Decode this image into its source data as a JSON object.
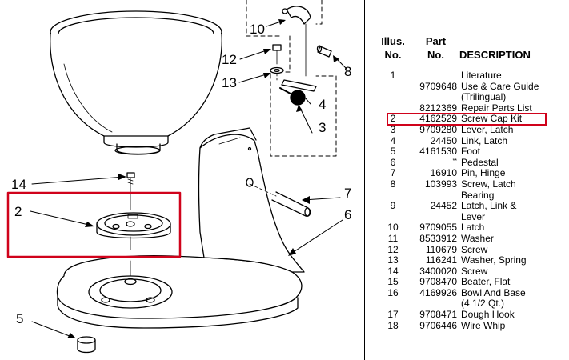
{
  "diagram": {
    "callouts": {
      "c2": "2",
      "c3": "3",
      "c4": "4",
      "c5": "5",
      "c6": "6",
      "c7": "7",
      "c8": "8",
      "c10": "10",
      "c12": "12",
      "c13": "13",
      "c14": "14"
    },
    "highlight_color": "#d0021b"
  },
  "table": {
    "headers": {
      "illus_line1": "Illus.",
      "illus_line2": "No.",
      "part_line1": "Part",
      "part_line2": "No.",
      "description": "DESCRIPTION"
    },
    "rows": [
      {
        "num": "1",
        "part": "",
        "desc": "Literature"
      },
      {
        "num": "",
        "part": "9709648",
        "desc": "Use & Care Guide"
      },
      {
        "num": "",
        "part": "",
        "desc": "(Trilingual)"
      },
      {
        "num": "",
        "part": "8212369",
        "desc": "Repair Parts List"
      },
      {
        "num": "2",
        "part": "4162529",
        "desc": "Screw Cap Kit"
      },
      {
        "num": "3",
        "part": "9709280",
        "desc": "Lever, Latch"
      },
      {
        "num": "4",
        "part": "24450",
        "desc": "Link, Latch"
      },
      {
        "num": "5",
        "part": "4161530",
        "desc": "Foot"
      },
      {
        "num": "6",
        "part": "**",
        "desc": "Pedestal"
      },
      {
        "num": "7",
        "part": "16910",
        "desc": "Pin, Hinge"
      },
      {
        "num": "8",
        "part": "103993",
        "desc": "Screw, Latch"
      },
      {
        "num": "",
        "part": "",
        "desc": "Bearing"
      },
      {
        "num": "9",
        "part": "24452",
        "desc": "Latch, Link &"
      },
      {
        "num": "",
        "part": "",
        "desc": "Lever"
      },
      {
        "num": "10",
        "part": "9709055",
        "desc": "Latch"
      },
      {
        "num": "11",
        "part": "8533912",
        "desc": "Washer"
      },
      {
        "num": "12",
        "part": "110679",
        "desc": "Screw"
      },
      {
        "num": "13",
        "part": "116241",
        "desc": "Washer, Spring"
      },
      {
        "num": "14",
        "part": "3400020",
        "desc": "Screw"
      },
      {
        "num": "15",
        "part": "9708470",
        "desc": "Beater, Flat"
      },
      {
        "num": "16",
        "part": "4169926",
        "desc": "Bowl And Base"
      },
      {
        "num": "",
        "part": "",
        "desc": "(4 1/2 Qt.)"
      },
      {
        "num": "17",
        "part": "9708471",
        "desc": "Dough Hook"
      },
      {
        "num": "18",
        "part": "9706446",
        "desc": "Wire Whip"
      }
    ]
  }
}
